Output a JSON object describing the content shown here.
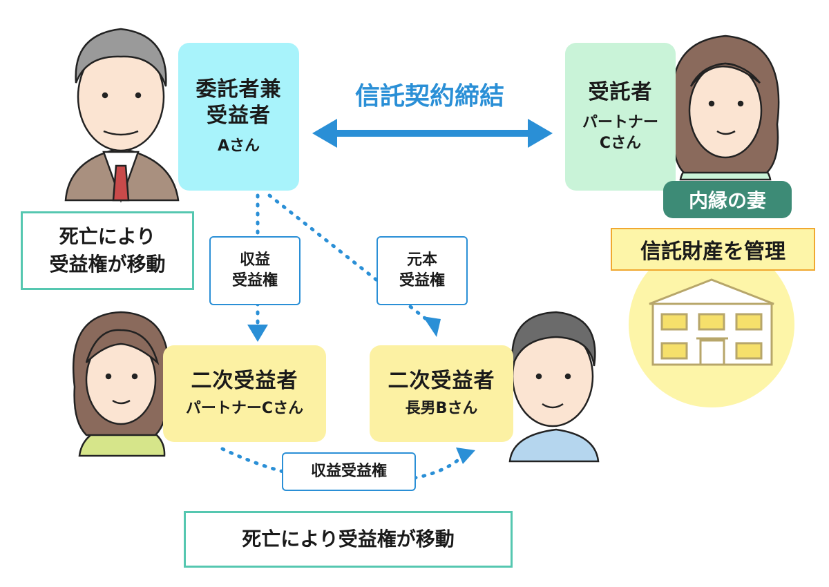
{
  "settlor": {
    "lines": [
      "委託者兼",
      "受益者"
    ],
    "name": "Aさん"
  },
  "contract_label": "信託契約締結",
  "trustee": {
    "role": "受託者",
    "name_line1": "パートナー",
    "name_line2": "Cさん",
    "badge": "内縁の妻"
  },
  "manage_label": "信託財産を管理",
  "note_left": [
    "死亡により",
    "受益権が移動"
  ],
  "tag_income": [
    "収益",
    "受益権"
  ],
  "tag_principal": [
    "元本",
    "受益権"
  ],
  "secondary_left": {
    "role": "二次受益者",
    "name": "パートナーCさん"
  },
  "secondary_right": {
    "role": "二次受益者",
    "name": "長男Bさん"
  },
  "tag_income_bottom": "収益受益権",
  "note_bottom": "死亡により受益権が移動",
  "colors": {
    "blue": "#2a8fd6",
    "settlor_bg": "#a8f3fb",
    "trustee_bg": "#c9f3d8",
    "beneficiary_bg": "#fcf1a3",
    "badge": "#3d8b76",
    "teal": "#55c7b0",
    "house_circle": "#fdf5a8"
  }
}
